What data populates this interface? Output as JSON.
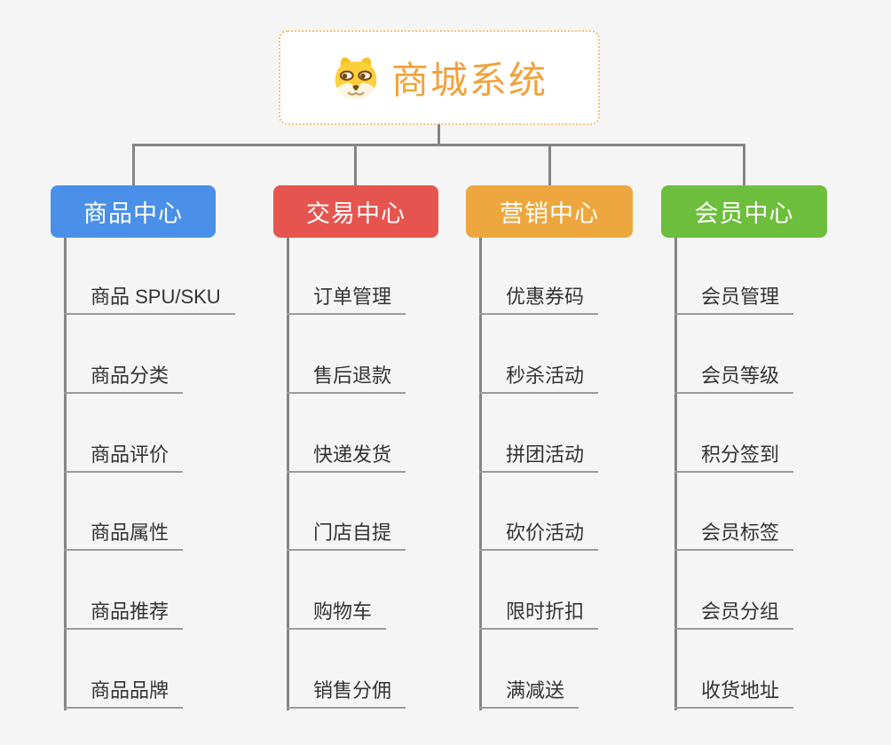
{
  "root": {
    "title": "商城系统",
    "icon": "dog-face-icon",
    "text_color": "#F0A23C",
    "border_color": "#F2C27E",
    "background": "#FFFFFF"
  },
  "colors": {
    "canvas_background": "#F5F5F5",
    "connector": "#858585",
    "leaf_underline": "#9B9B9B",
    "leaf_text": "#333333",
    "branch_text": "#FFFFFF"
  },
  "branches": [
    {
      "label": "商品中心",
      "color": "#4B90E8",
      "items": [
        "商品 SPU/SKU",
        "商品分类",
        "商品评价",
        "商品属性",
        "商品推荐",
        "商品品牌"
      ]
    },
    {
      "label": "交易中心",
      "color": "#E6544F",
      "items": [
        "订单管理",
        "售后退款",
        "快递发货",
        "门店自提",
        "购物车",
        "销售分佣"
      ]
    },
    {
      "label": "营销中心",
      "color": "#EEA73E",
      "items": [
        "优惠券码",
        "秒杀活动",
        "拼团活动",
        "砍价活动",
        "限时折扣",
        "满减送"
      ]
    },
    {
      "label": "会员中心",
      "color": "#6CBE3C",
      "items": [
        "会员管理",
        "会员等级",
        "积分签到",
        "会员标签",
        "会员分组",
        "收货地址"
      ]
    }
  ]
}
